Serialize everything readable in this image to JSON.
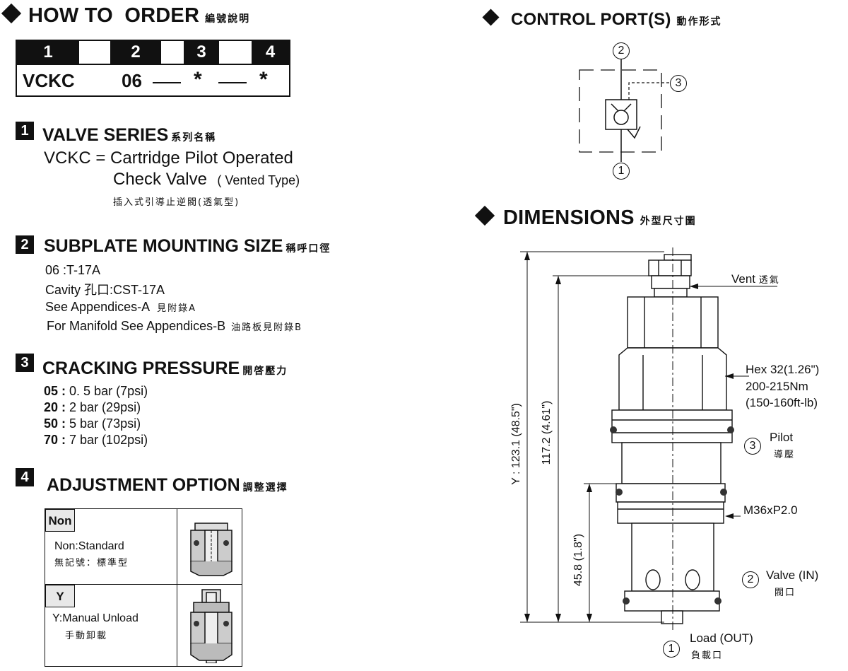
{
  "order": {
    "heading": "HOW TO  ORDER",
    "heading_cjk": "編號說明",
    "code_positions": [
      "1",
      "2",
      "3",
      "4"
    ],
    "code_values": [
      "VCKC",
      "06",
      "*",
      "*"
    ]
  },
  "sections": [
    {
      "number": "1",
      "title": "VALVE SERIES",
      "title_cjk": "系列名稱",
      "lines": [
        "VCKC = Cartridge Pilot Operated",
        "Check Valve",
        "( Vented Type)",
        "插入式引導止逆閥(透氣型)"
      ]
    },
    {
      "number": "2",
      "title": "SUBPLATE MOUNTING SIZE",
      "title_cjk": "稱呼口徑",
      "lines": [
        "06 :T-17A",
        "Cavity 孔口:CST-17A",
        "See Appendices-A",
        "見附錄A",
        "For Manifold See Appendices-B",
        "油路板見附錄B"
      ]
    },
    {
      "number": "3",
      "title": "CRACKING PRESSURE",
      "title_cjk": "開啓壓力",
      "items": [
        {
          "code": "05 :",
          "value": " 0. 5 bar (7psi)"
        },
        {
          "code": "20 :",
          "value": " 2 bar (29psi)"
        },
        {
          "code": "50 :",
          "value": " 5 bar (73psi)"
        },
        {
          "code": "70 :",
          "value": " 7 bar (102psi)"
        }
      ]
    },
    {
      "number": "4",
      "title": "ADJUSTMENT OPTION",
      "title_cjk": "調整選擇",
      "options": [
        {
          "code": "Non",
          "desc": "Non:Standard",
          "desc_cjk": "無記號：標準型"
        },
        {
          "code": "Y",
          "desc": "Y:Manual Unload",
          "desc_cjk": "手動卸載"
        }
      ]
    }
  ],
  "control": {
    "heading": "CONTROL PORT(S)",
    "heading_cjk": "動作形式",
    "ports": [
      "2",
      "3",
      "1"
    ]
  },
  "dimensions": {
    "heading": "DIMENSIONS",
    "heading_cjk": "外型尺寸圖",
    "vent": "Vent",
    "vent_cjk": "透氣",
    "hex": "Hex 32(1.26\")",
    "torque": "200-215Nm",
    "torque_ft": "(150-160ft-lb)",
    "pilot_num": "3",
    "pilot": "Pilot",
    "pilot_cjk": "導壓",
    "thread": "M36xP2.0",
    "valve_num": "2",
    "valve": "Valve (IN)",
    "valve_cjk": "閥口",
    "load_num": "1",
    "load": "Load (OUT)",
    "load_cjk": "負載口",
    "dim_total": "Y : 123.1 (48.5\")",
    "dim_body": "117.2 (4.61\")",
    "dim_lower": "45.8 (1.8\")"
  }
}
